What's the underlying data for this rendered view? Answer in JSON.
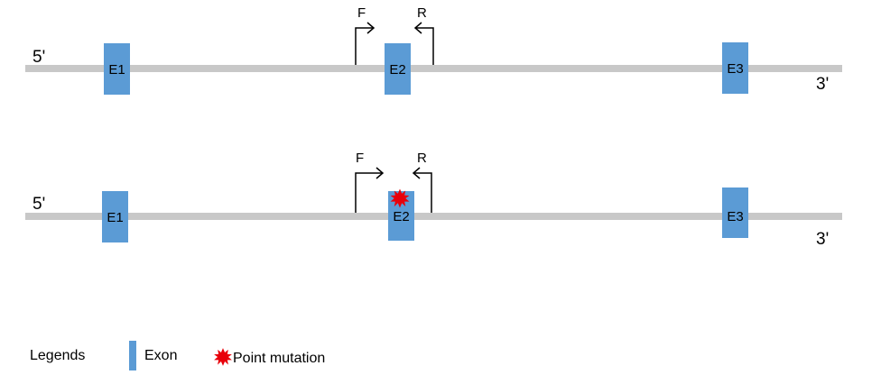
{
  "colors": {
    "gene_line": "#c8c8c8",
    "exon": "#5b9bd5",
    "mutation": "#e8000b",
    "primer": "#000000"
  },
  "tracks": [
    {
      "id": "wild-type",
      "five_prime": "5'",
      "three_prime": "3'",
      "exons": [
        {
          "label": "E1",
          "mutated": false
        },
        {
          "label": "E2",
          "mutated": false
        },
        {
          "label": "E3",
          "mutated": false
        }
      ],
      "forward_primer": "F",
      "reverse_primer": "R"
    },
    {
      "id": "mutant",
      "five_prime": "5'",
      "three_prime": "3'",
      "exons": [
        {
          "label": "E1",
          "mutated": false
        },
        {
          "label": "E2",
          "mutated": true
        },
        {
          "label": "E3",
          "mutated": false
        }
      ],
      "forward_primer": "F",
      "reverse_primer": "R"
    }
  ],
  "legend": {
    "title": "Legends",
    "exon_label": "Exon",
    "mutation_label": "Point mutation",
    "mutation_icon": "starburst-icon"
  }
}
